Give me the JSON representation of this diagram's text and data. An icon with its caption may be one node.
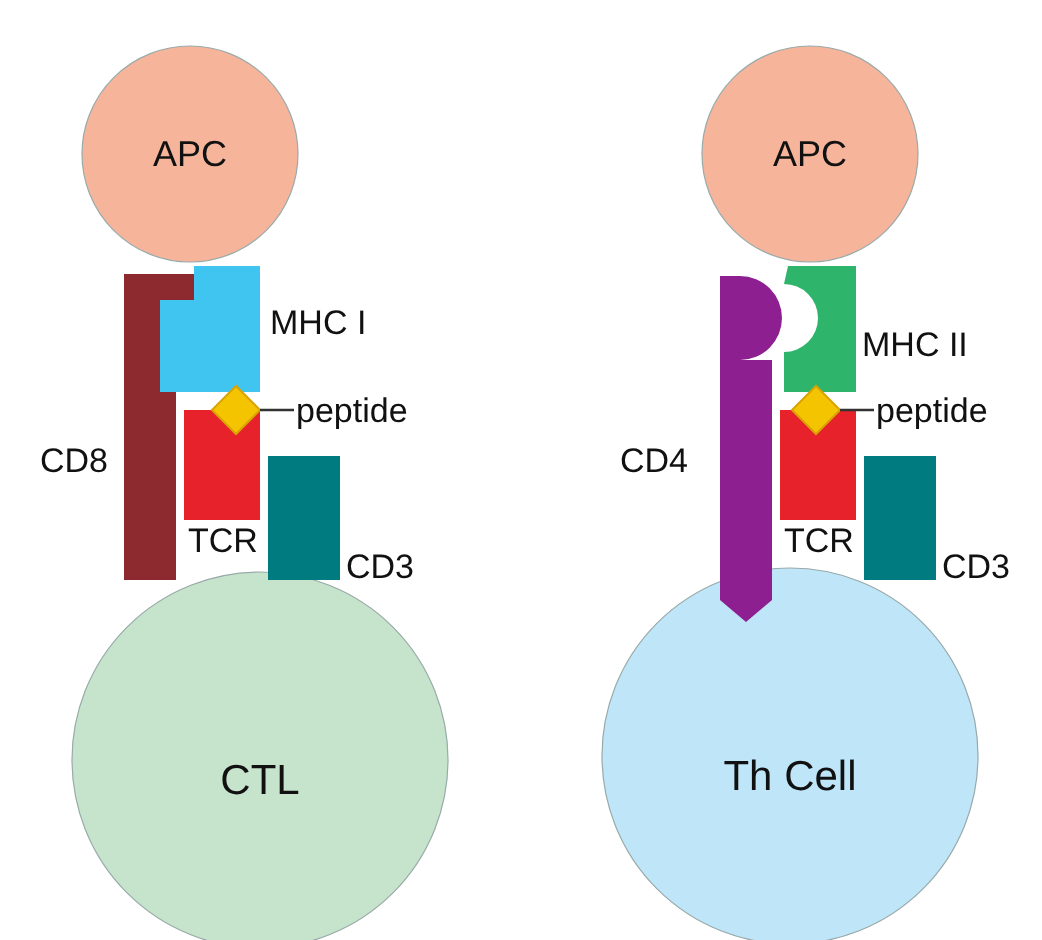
{
  "diagram": {
    "nodes": [
      {
        "text": [
          "APC"
        ]
      },
      {
        "text": [
          "MHC I"
        ]
      },
      {
        "text": [],
        "shape": "diamond"
      },
      {
        "text": [
          "peptide"
        ]
      },
      {
        "text": [
          "CD8"
        ]
      },
      {
        "text": [
          "TCR"
        ]
      },
      {
        "text": [
          "CD3"
        ]
      },
      {
        "text": [
          "CTL"
        ]
      },
      {
        "text": [
          "APC"
        ]
      },
      {
        "text": [
          "MHC II"
        ]
      },
      {
        "text": [],
        "shape": "diamond"
      },
      {
        "text": [
          "peptide"
        ]
      },
      {
        "text": [
          "CD4"
        ]
      },
      {
        "text": [
          "TCR"
        ]
      },
      {
        "text": [
          "CD3"
        ]
      },
      {
        "text": [
          "Th Cell"
        ]
      }
    ],
    "edges": [
      {
        "from": 3,
        "to": 2,
        "arrow": "none"
      },
      {
        "from": 11,
        "to": 10,
        "arrow": "none"
      }
    ]
  }
}
